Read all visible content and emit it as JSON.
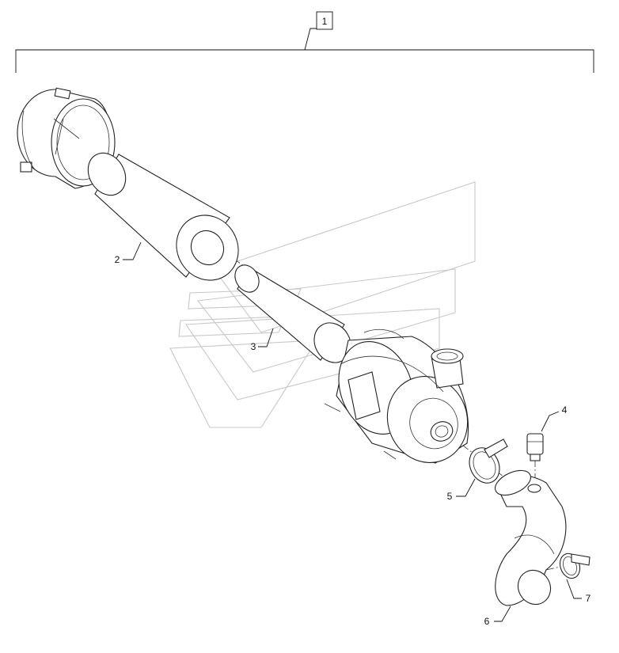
{
  "diagram": {
    "assembly_callout": "1",
    "callouts": {
      "c2": "2",
      "c3": "3",
      "c4": "4",
      "c5": "5",
      "c6": "6",
      "c7": "7"
    }
  }
}
